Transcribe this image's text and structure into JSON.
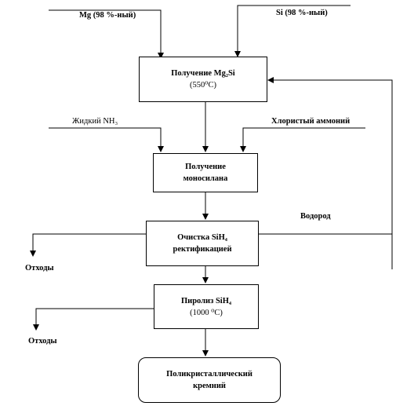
{
  "inputs": {
    "mg": "Mg (98 %-ный)",
    "si": "Si (98 %-ный)",
    "nh3": "Жидкий NH₃",
    "ammonium_chloride": "Хлористый аммоний",
    "hydrogen": "Водород"
  },
  "steps": {
    "mg2si_line1": "Получение Mg₂Si",
    "mg2si_line2": "(550⁰С)",
    "monosilane_line1": "Получение",
    "monosilane_line2": "моносилана",
    "purification_line1": "Очистка SiH₄",
    "purification_line2": "ректификацией",
    "pyrolysis_line1": "Пиролиз SiH₄",
    "pyrolysis_line2": "(1000  ⁰С)",
    "product_line1": "Поликристаллический",
    "product_line2": "кремний"
  },
  "outputs": {
    "waste_1": "Отходы",
    "waste_2": "Отходы"
  }
}
